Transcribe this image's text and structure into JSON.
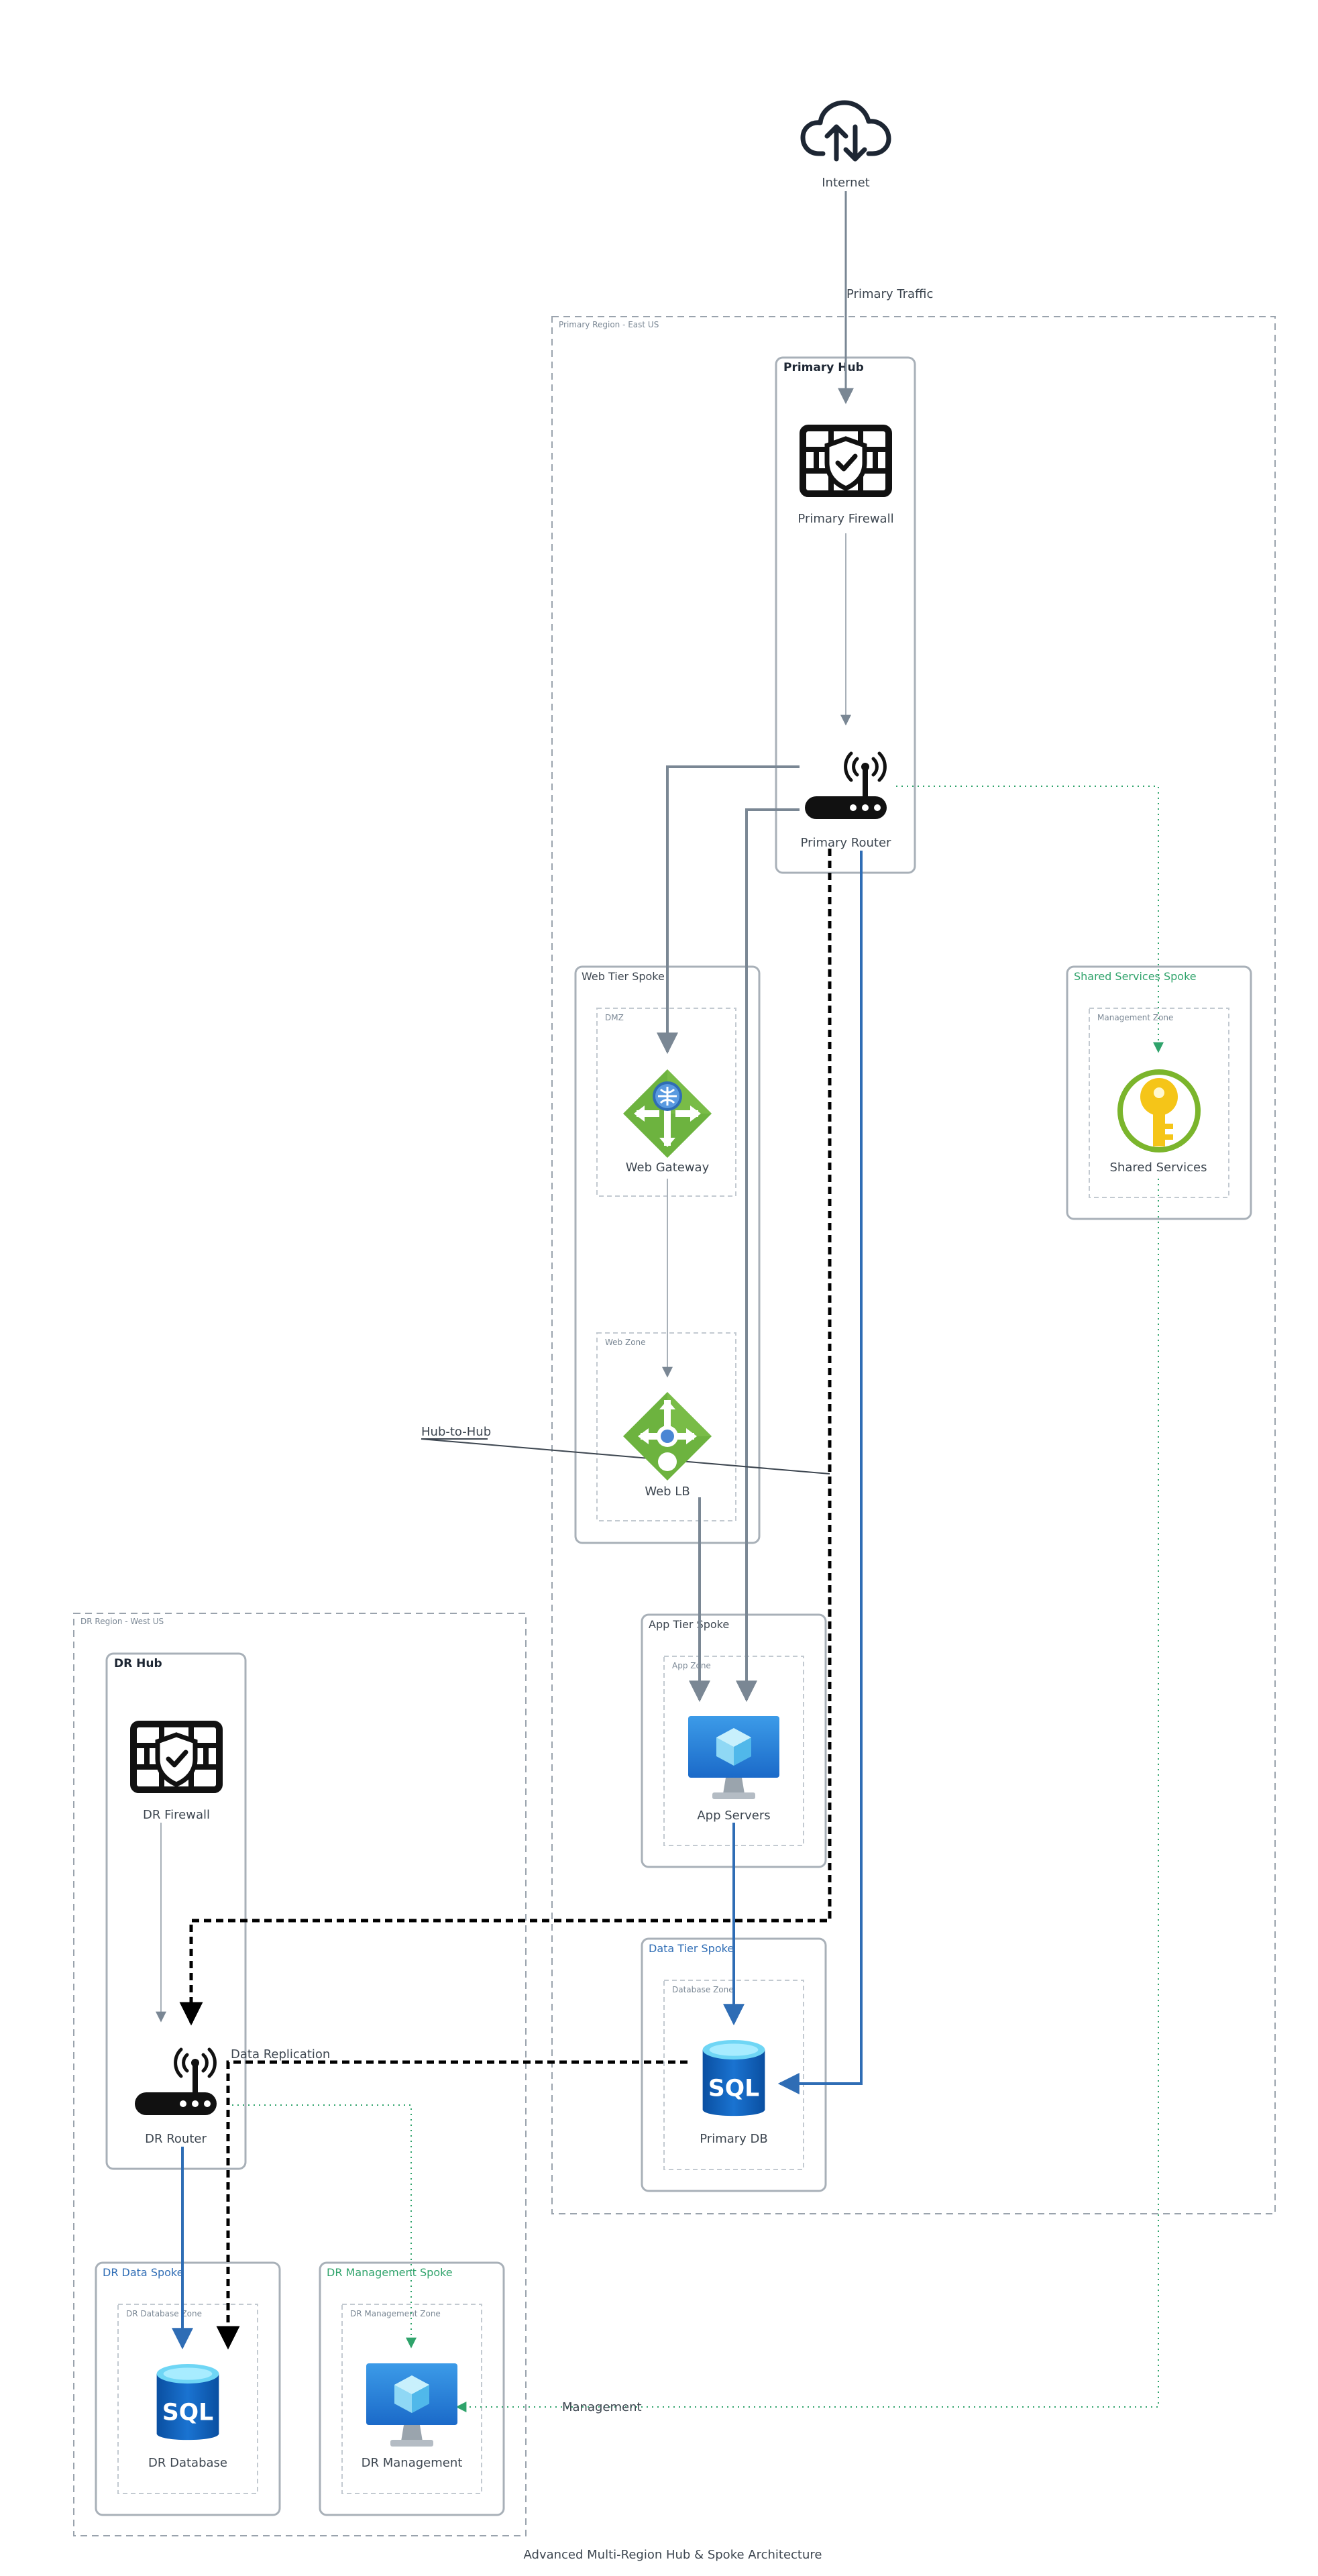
{
  "title": "Advanced Multi-Region Hub & Spoke Architecture",
  "colors": {
    "gray_line": "#7a8794",
    "blue_line": "#2f6db5",
    "green_line": "#2fa36b",
    "black_line": "#000000",
    "blue_text": "#2f6db5",
    "green_text": "#2fa36b"
  },
  "regions": {
    "primary": "Primary Region - East US",
    "dr": "DR Region - West US"
  },
  "groups": {
    "primary_hub": "Primary Hub",
    "web_tier_spoke": "Web Tier Spoke",
    "app_tier_spoke": "App Tier Spoke",
    "data_tier_spoke": "Data Tier Spoke",
    "shared_services_spoke": "Shared Services Spoke",
    "dr_hub": "DR Hub",
    "dr_data_spoke": "DR Data Spoke",
    "dr_management_spoke": "DR Management Spoke"
  },
  "zones": {
    "dmz": "DMZ",
    "web_zone": "Web Zone",
    "app_zone": "App Zone",
    "database_zone": "Database Zone",
    "management_zone": "Management Zone",
    "dr_database_zone": "DR Database Zone",
    "dr_management_zone": "DR Management Zone"
  },
  "nodes": {
    "internet": {
      "label": "Internet",
      "icon": "cloud-upload-download-icon"
    },
    "primary_firewall": {
      "label": "Primary Firewall",
      "icon": "firewall-icon"
    },
    "primary_router": {
      "label": "Primary Router",
      "icon": "router-icon"
    },
    "web_gateway": {
      "label": "Web Gateway",
      "icon": "application-gateway-icon"
    },
    "web_lb": {
      "label": "Web LB",
      "icon": "load-balancer-icon"
    },
    "app_servers": {
      "label": "App Servers",
      "icon": "virtual-machine-icon"
    },
    "primary_db": {
      "label": "Primary DB",
      "icon": "sql-database-icon"
    },
    "shared_services": {
      "label": "Shared Services",
      "icon": "key-vault-icon"
    },
    "dr_firewall": {
      "label": "DR Firewall",
      "icon": "firewall-icon"
    },
    "dr_router": {
      "label": "DR Router",
      "icon": "router-icon"
    },
    "dr_database": {
      "label": "DR Database",
      "icon": "sql-database-icon"
    },
    "dr_management": {
      "label": "DR Management",
      "icon": "virtual-machine-icon"
    }
  },
  "edge_labels": {
    "primary_traffic": "Primary Traffic",
    "hub_to_hub": "Hub-to-Hub",
    "data_replication": "Data Replication",
    "management": "Management"
  }
}
